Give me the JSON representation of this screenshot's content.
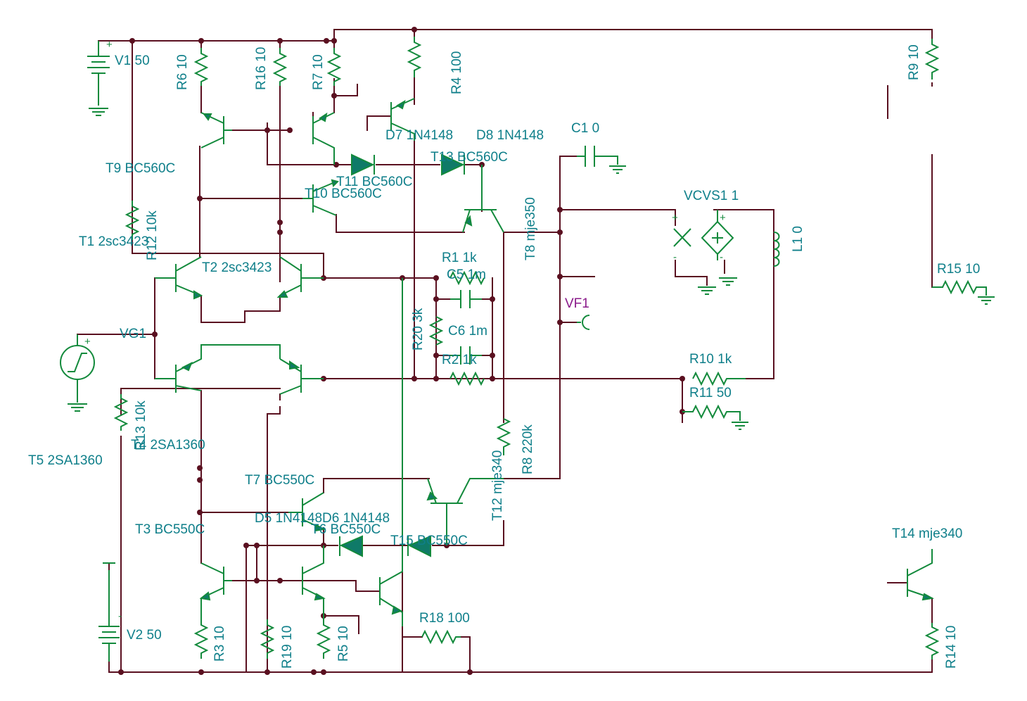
{
  "labels": {
    "V1": "V1 50",
    "V2": "V2 50",
    "R6": "R6 10",
    "R16": "R16 10",
    "R7": "R7 10",
    "R4": "R4 100",
    "R9": "R9 10",
    "T9": "T9 BC560C",
    "R12": "R12 10k",
    "T1": "T1 2sc3423",
    "T2": "T2 2sc3423",
    "D7": "D7 1N4148",
    "D8": "D8 1N4148",
    "T13": "T13 BC560C",
    "T11": "T11 BC560C",
    "T10": "T10 BC560C",
    "C1": "C1 0",
    "VCVS1": "VCVS1 1",
    "L1": "L1 0",
    "T8": "T8 mje350",
    "R1": "R1 1k",
    "C5": "C5 1m",
    "R20": "R20 3k",
    "C6": "C6 1m",
    "R2": "R2 1k",
    "VF1": "VF1",
    "VG1": "VG1",
    "R10": "R10 1k",
    "R11": "R11 50",
    "R15": "R15 10",
    "R13": "R13 10k",
    "T4": "T4 2SA1360",
    "T5": "T5 2SA1360",
    "R8": "R8 220k",
    "T12": "T12 mje340",
    "T7": "T7 BC550C",
    "D5": "D5 1N4148",
    "D6": "D6 1N4148",
    "T6": "T6 BC550C",
    "T3": "T3 BC550C",
    "T15": "T15 BC550C",
    "T14": "T14 mje340",
    "R3": "R3 10",
    "R19": "R19 10",
    "R5": "R5 10",
    "R18": "R18 100",
    "R14": "R14 10"
  },
  "pins": {
    "plus": "+",
    "minus": "-"
  }
}
